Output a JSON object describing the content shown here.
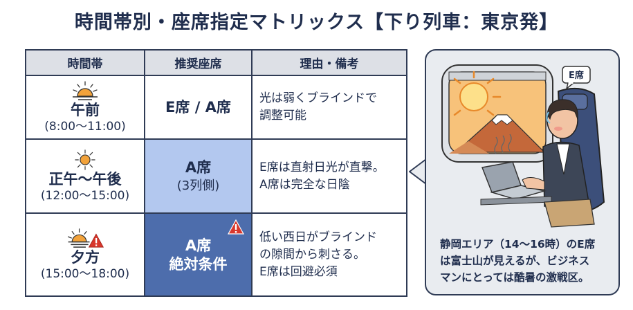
{
  "title": "時間帯別・座席指定マトリックス【下り列車：東京発】",
  "table": {
    "headers": [
      "時間帯",
      "推奨座席",
      "理由・備考"
    ],
    "rows": [
      {
        "time_name": "午前",
        "time_range": "(8:00〜11:00)",
        "icon": "sunrise-icon",
        "seat_line1": "E席 / A席",
        "seat_line2": "",
        "note_lines": [
          "光は弱くブラインドで",
          "調整可能"
        ]
      },
      {
        "time_name": "正午〜午後",
        "time_range": "(12:00〜15:00)",
        "icon": "sun-icon",
        "seat_line1": "A席",
        "seat_line2": "(3列側)",
        "note_lines": [
          "E席は直射日光が直撃。",
          "A席は完全な日陰"
        ]
      },
      {
        "time_name": "夕方",
        "time_range": "(15:00〜18:00)",
        "icon": "sunset-warning-icon",
        "seat_line1": "A席",
        "seat_line2": "絶対条件",
        "note_lines": [
          "低い西日がブラインド",
          "の隙間から刺さる。",
          "E席は回避必須"
        ]
      }
    ]
  },
  "illustration": {
    "seat_label": "E席",
    "caption_lines": [
      "静岡エリア（14〜16時）のE席",
      "は富士山が見えるが、ビジネス",
      "マンにとっては酷暑の激戦区。"
    ]
  },
  "colors": {
    "header_bg": "#dde0e6",
    "light_blue": "#b3c8ef",
    "dark_blue": "#4d6dac",
    "sun_orange": "#f2a23a",
    "warning_red": "#d9372c"
  }
}
